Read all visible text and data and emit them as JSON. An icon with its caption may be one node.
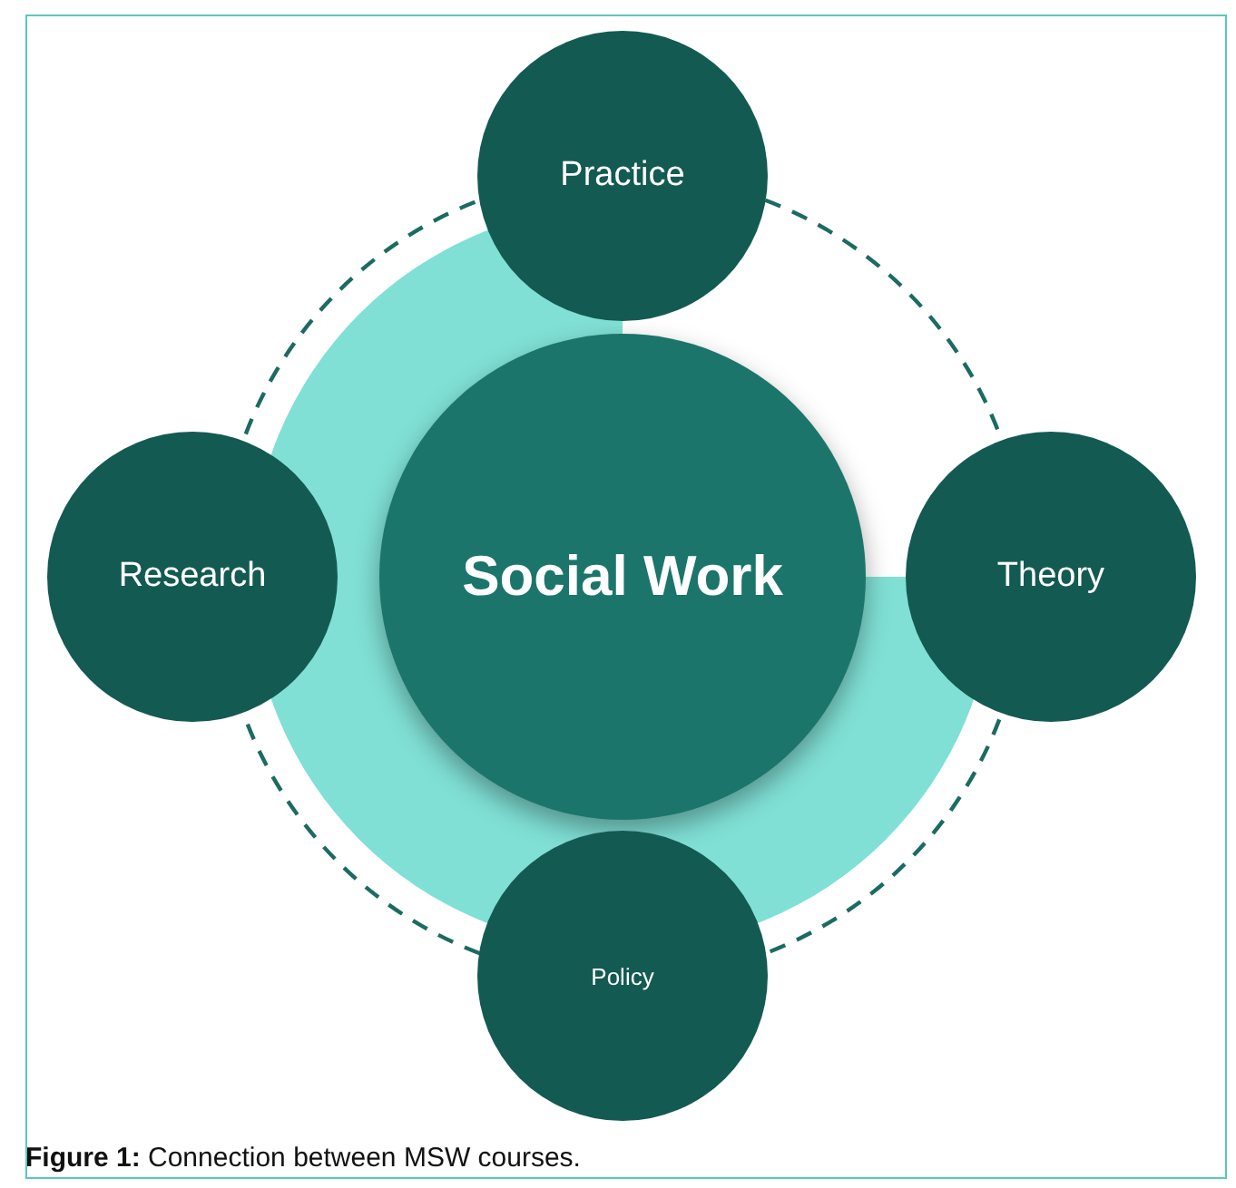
{
  "diagram": {
    "caption": "**Figure 1:** Connection between MSW courses.",
    "nodes": [
      {
        "text": [
          "Social Work"
        ]
      },
      {
        "text": [
          "Practice"
        ]
      },
      {
        "text": [
          "Theory"
        ]
      },
      {
        "text": [
          "Policy"
        ]
      },
      {
        "text": [
          "Research"
        ]
      }
    ],
    "edges": [
      {
        "from": 1,
        "to": 2,
        "arrow": "none",
        "style": "dashed"
      },
      {
        "from": 2,
        "to": 3,
        "arrow": "none",
        "style": "dashed"
      },
      {
        "from": 3,
        "to": 4,
        "arrow": "none",
        "style": "dashed"
      },
      {
        "from": 4,
        "to": 1,
        "arrow": "none",
        "style": "dashed"
      }
    ]
  }
}
